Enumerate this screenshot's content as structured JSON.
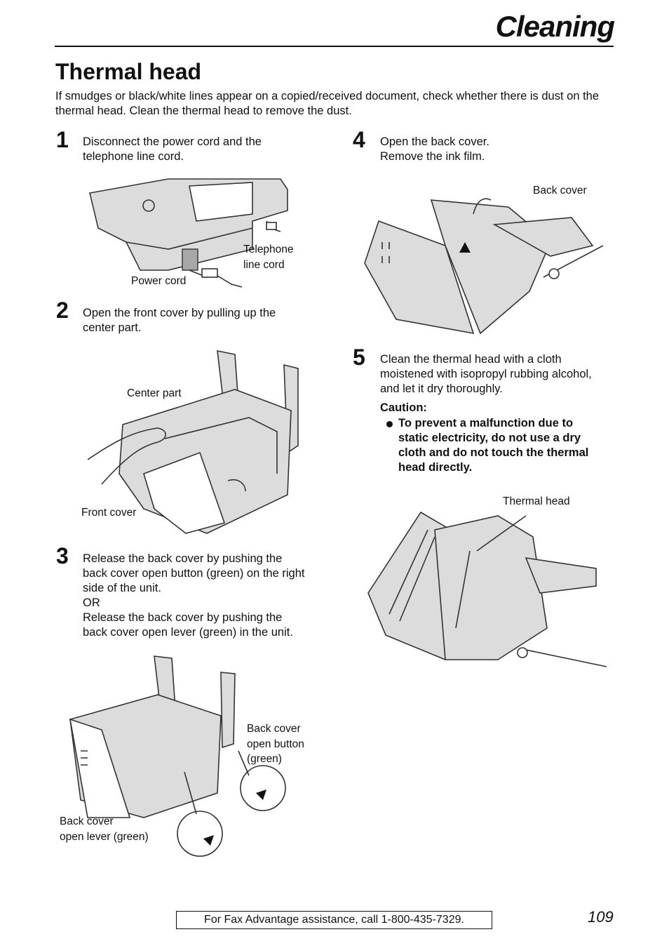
{
  "header": {
    "section": "Cleaning"
  },
  "title": "Thermal head",
  "intro": "If smudges or black/white lines appear on a copied/received document, check whether there is dust on the thermal head. Clean the thermal head to remove the dust.",
  "steps": [
    {
      "num": "1",
      "lines": [
        "Disconnect the power cord and the",
        "telephone line cord."
      ],
      "labels": [
        "Telephone",
        "line cord",
        "Power cord"
      ]
    },
    {
      "num": "2",
      "lines": [
        "Open the front cover by pulling up the",
        "center part."
      ],
      "labels": [
        "Center part",
        "Front cover"
      ]
    },
    {
      "num": "3",
      "lines": [
        "Release the back cover by pushing the",
        "back cover open button (green) on the right",
        "side of the unit.",
        "OR",
        "Release the back cover by pushing the",
        "back cover open lever (green) in the unit."
      ],
      "labels": [
        "Back cover",
        "open button",
        "(green)",
        "Back cover",
        "open lever (green)"
      ]
    },
    {
      "num": "4",
      "lines": [
        "Open the back cover.",
        "Remove the ink film."
      ],
      "labels": [
        "Back cover"
      ]
    },
    {
      "num": "5",
      "lines": [
        "Clean the thermal head with a cloth",
        "moistened with isopropyl rubbing alcohol,",
        "and let it dry thoroughly."
      ],
      "caution_title": "Caution:",
      "caution_lines": [
        "To prevent a malfunction due to",
        "static electricity, do not use a dry",
        "cloth and do not touch the thermal",
        "head directly."
      ],
      "labels": [
        "Thermal head"
      ]
    }
  ],
  "footer": {
    "assist": "For Fax Advantage assistance, call 1-800-435-7329.",
    "page": "109"
  }
}
